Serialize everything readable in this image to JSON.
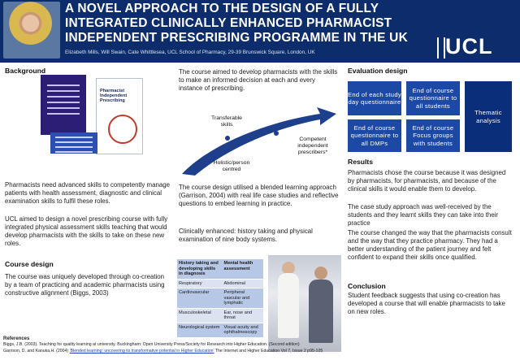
{
  "header": {
    "title_lines": [
      "A NOVEL APPROACH TO THE DESIGN OF A FULLY",
      "INTEGRATED CLINICALLY ENHANCED PHARMACIST",
      "INDEPENDENT PRESCRIBING PROGRAMME IN THE UK"
    ],
    "authors": "Elizabeth Mills, Will Swain, Cate Whittlesea, UCL School of Pharmacy, 29-39 Brunswick Square, London, UK",
    "logo_text": "UCL"
  },
  "background": {
    "heading": "Background",
    "para1": "Pharmacists need advanced skills to competently manage patients with health assessment, diagnostic and clinical examination skills to fulfil these roles.",
    "para2": "UCL aimed to design a novel prescribing course with fully integrated physical assessment skills teaching that would develop pharmacists with the skills to take on these new roles.",
    "book2_title": "Pharmacist Independent Prescribing"
  },
  "course_design": {
    "heading": "Course design",
    "para": "The course was uniquely developed through co-creation by a team of practicing and academic pharmacists using constructive alignment (Biggs, 2003)"
  },
  "middle": {
    "intro": "The course aimed to develop pharmacists with the skills to make an informed decision at each and every instance of prescribing.",
    "arrow_labels": {
      "transferable": "Transferable skills",
      "competent": "Competent independent prescribers*",
      "holistic": "Holistic/person centred"
    },
    "blended": "The course design utilised a blended learning approach (Garrison, 2004) with real life case studies and reflective questions to embed learning in practice.",
    "clinically": "Clinically enhanced: history taking and physical examination of nine body systems.",
    "table": [
      [
        "History taking and developing skills in diagnosis",
        "Mental health assessment"
      ],
      [
        "Respiratory",
        "Abdominal"
      ],
      [
        "Cardiovascular",
        "Peripheral vascular and lymphatic"
      ],
      [
        "Musculoskeletal",
        "Ear, nose and throat"
      ],
      [
        "Neurological system",
        "Visual acuity and ophthalmoscopy"
      ]
    ]
  },
  "evaluation": {
    "heading": "Evaluation design",
    "boxes": [
      "End of each study day questionnaire",
      "End of course questionnaire to all students",
      "End of course questionnaire to all DMPs",
      "End of course Focus groups with students",
      "Thematic analysis"
    ]
  },
  "results": {
    "heading": "Results",
    "para1": "Pharmacists chose the course because it was designed by pharmacists, for pharmacists, and because of the clinical skills it would enable them to develop.",
    "para2": "The case study approach was well-received by the students and they learnt skills they can take into their practice",
    "para3": "The course changed the way that the pharmacists consult and the way that they practice pharmacy. They had a better understanding of the patient journey and felt confident to expand their skills once qualified."
  },
  "conclusion": {
    "heading": "Conclusion",
    "para": "Student feedback suggests that using co-creation has developed a course that will enable pharmacists to take on new roles."
  },
  "references": {
    "heading": "References",
    "ref1": "Biggs, J.B. (2003). Teaching for quality learning at university. Buckingham: Open University Press/Society for Research into Higher Education. (Second edition)",
    "ref2_prefix": "Garrison, D. and Kanuka,H. (2004) ",
    "ref2_link": "'Blended learning: uncovering its transformative potential in Higher Education'",
    "ref2_suffix": " The Internet and Higher Education Vol 7, Issue 2 p95-105"
  },
  "colors": {
    "header_bg": "#0c2c6b",
    "eval_box": "#1d49a6",
    "thematic_box": "#0b2e7a",
    "arrow": "#1d3f8c"
  }
}
